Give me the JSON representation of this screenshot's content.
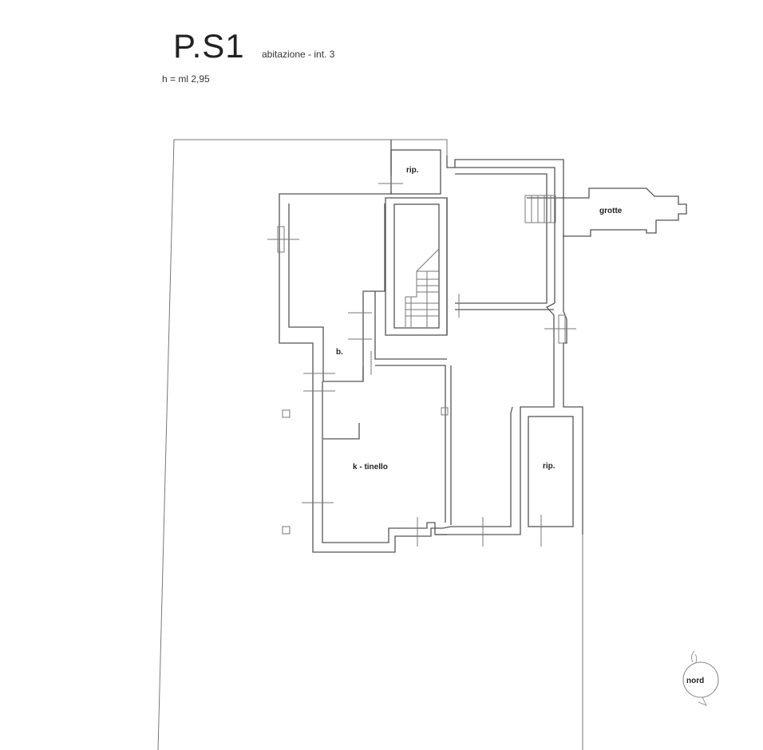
{
  "header": {
    "title": "P.S1",
    "subtitle": "abitazione - int. 3",
    "height": "h = ml 2,95"
  },
  "rooms": {
    "storage_top": "rip.",
    "grotto": "grotte",
    "bath": "b.",
    "kitchen": "k - tinello",
    "storage_right": "rip."
  },
  "compass": {
    "label": "nord"
  }
}
